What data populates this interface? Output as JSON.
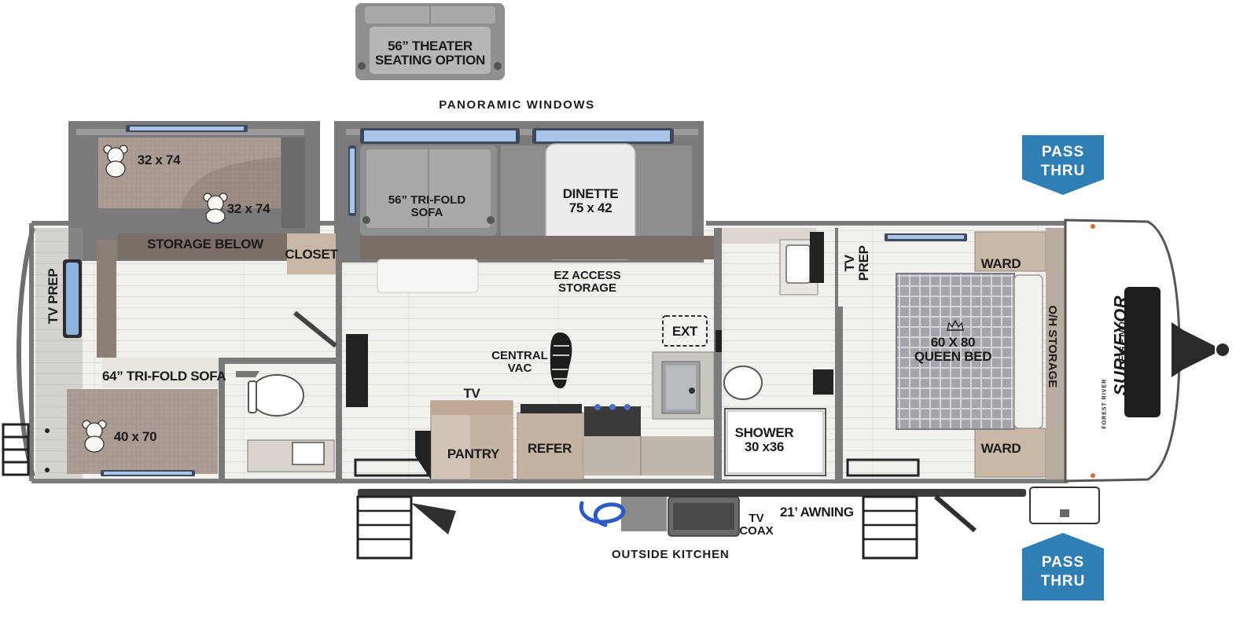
{
  "labels": {
    "theater_seating": [
      "56” THEATER",
      "SEATING OPTION"
    ],
    "panoramic_windows": "PANORAMIC WINDOWS",
    "bunk_top": "32 x 74",
    "bunk_mid": "32 x 74",
    "storage_below": "STORAGE BELOW",
    "closet": "CLOSET",
    "tv_prep_left": "TV PREP",
    "tri_fold_sofa_64": "64” TRI-FOLD SOFA",
    "bunk_bottom": "40 x 70",
    "tri_fold_sofa_56": [
      "56” TRI-FOLD",
      "SOFA"
    ],
    "dinette": [
      "DINETTE",
      "75 x 42"
    ],
    "ez_access_storage": [
      "EZ ACCESS",
      "STORAGE"
    ],
    "central_vac": [
      "CENTRAL",
      "VAC"
    ],
    "ext": "EXT",
    "tv": "TV",
    "pantry": "PANTRY",
    "refer": "REFER",
    "shower": [
      "SHOWER",
      "30 x36"
    ],
    "tv_prep_right": [
      "TV",
      "PREP"
    ],
    "ward_top": "WARD",
    "ward_bottom": "WARD",
    "queen_bed": [
      "60 X 80",
      "QUEEN BED"
    ],
    "oh_storage": "O/H STORAGE",
    "awning": "21’ AWNING",
    "tv_coax": [
      "TV",
      "COAX"
    ],
    "outside_kitchen": "OUTSIDE KITCHEN",
    "pass_thru_top": [
      "PASS",
      "THRU"
    ],
    "pass_thru_bottom": [
      "PASS",
      "THRU"
    ],
    "brand_logo": "SURVEYOR",
    "brand_sub": "LEGEND",
    "brand_maker": "FOREST RIVER"
  },
  "icons": [
    "teddy-bear-icon",
    "crown-icon",
    "footprint-icon",
    "hose-icon"
  ],
  "colors": {
    "wall": "#7d7d7d",
    "floor": "#f1efeb",
    "floor_line": "#e2ded8",
    "carpet": "#a89a91",
    "slide_gray": "#8e8e8e",
    "cabinet": "#c7b9ab",
    "badge_blue": "#2f7fb5",
    "bed_grid": "#9c9ea3"
  }
}
